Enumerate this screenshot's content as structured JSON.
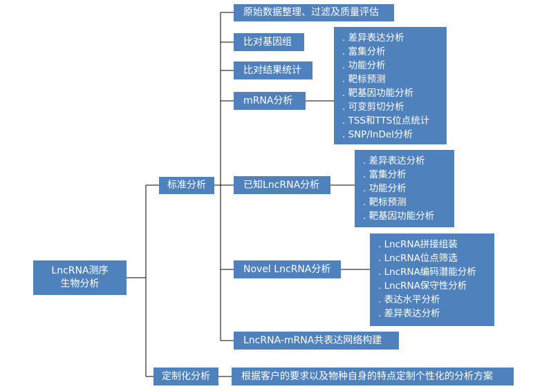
{
  "root": {
    "line1": "LncRNA测序",
    "line2": "生物分析"
  },
  "branches": {
    "standard": "标准分析",
    "custom": "定制化分析"
  },
  "standard_items": {
    "raw_data": "原始数据整理、过滤及质量评估",
    "align_genome": "比对基因组",
    "align_stats": "比对结果统计",
    "mrna": "mRNA分析",
    "known_lncrna": "已知LncRNA分析",
    "novel_lncrna": "Novel LncRNA分析",
    "coexpression": "LncRNA-mRNA共表达网络构建"
  },
  "mrna_details": [
    "差异表达分析",
    "富集分析",
    "功能分析",
    "靶标预测",
    "靶基因功能分析",
    "可变剪切分析",
    "TSS和TTS位点统计",
    "SNP/InDel分析"
  ],
  "known_lncrna_details": [
    "差异表达分析",
    "富集分析",
    "功能分析",
    "靶标预测",
    "靶基因功能分析"
  ],
  "novel_lncrna_details": [
    "LncRNA拼接组装",
    "LncRNA位点筛选",
    "LncRNA编码潜能分析",
    "LncRNA保守性分析",
    "表达水平分析",
    "差异表达分析"
  ],
  "custom_detail": "根据客户的要求以及物种自身的特点定制个性化的分析方案",
  "colors": {
    "box": "#4f81bd",
    "text": "#ffffff",
    "connector": "#000000"
  }
}
